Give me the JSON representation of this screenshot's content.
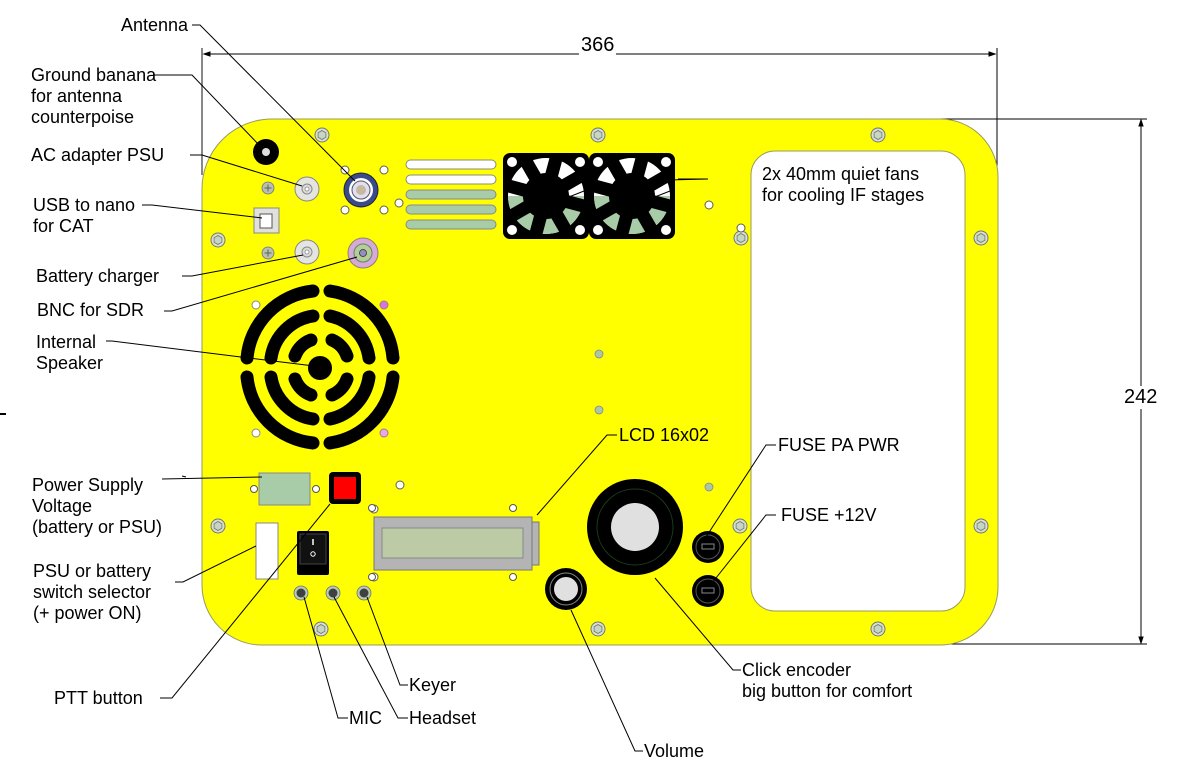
{
  "diagram": {
    "title": "Transceiver front panel layout",
    "colors": {
      "panel": "#ffff00",
      "panel_edge": "#9a9a60",
      "leader": "#000000",
      "ptt_button": "#ff0000",
      "lcd_screen": "#bccba6",
      "lcd_frame": "#b4b4b4",
      "voltmeter": "#a8cca8",
      "bnc_ring": "#d8a8d8",
      "fan_blade_tint": "#a8cca8",
      "led_pink": "#f0a0f0",
      "led_green": "#a8c8a8"
    },
    "dimensions": {
      "width": "366",
      "height": "242"
    },
    "labels": {
      "antenna": "Antenna",
      "ground_banana": "Ground banana\nfor antenna\ncounterpoise",
      "ac_adapter": "AC adapter PSU",
      "usb": "USB to nano\nfor CAT",
      "battery_charger": "Battery charger",
      "bnc_sdr": "BNC for SDR",
      "speaker": "Internal\nSpeaker",
      "fans": "2x 40mm quiet fans\nfor cooling IF stages",
      "voltage": "Power Supply\nVoltage\n(battery or PSU)",
      "selector": "PSU or battery\nswitch selector\n(+ power ON)",
      "ptt": "PTT button",
      "mic": "MIC",
      "headset": "Headset",
      "keyer": "Keyer",
      "lcd": "LCD 16x02",
      "fuse_pa": "FUSE PA PWR",
      "fuse_12v": "FUSE +12V",
      "encoder": "Click encoder\nbig button for comfort",
      "volume": "Volume"
    }
  }
}
